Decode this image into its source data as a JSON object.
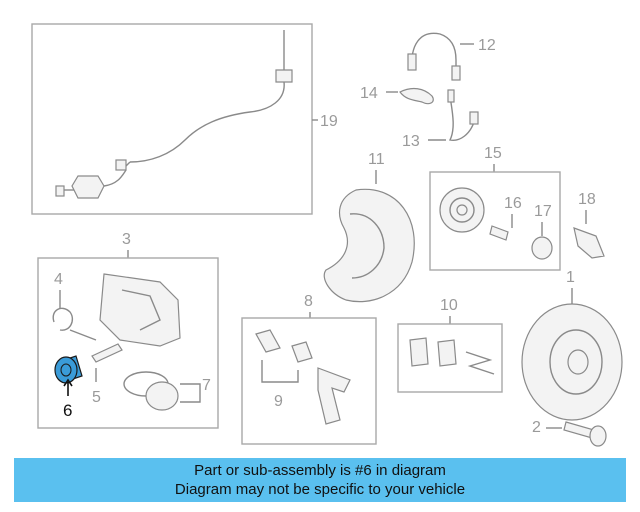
{
  "callouts": {
    "c1": "1",
    "c2": "2",
    "c3": "3",
    "c4": "4",
    "c5": "5",
    "c6": "6",
    "c7": "7",
    "c8": "8",
    "c9": "9",
    "c10": "10",
    "c11": "11",
    "c12": "12",
    "c13": "13",
    "c14": "14",
    "c15": "15",
    "c16": "16",
    "c17": "17",
    "c18": "18",
    "c19": "19"
  },
  "highlight": {
    "color": "#3a9bd8",
    "part": "6"
  },
  "banner": {
    "line1": "Part or sub-assembly is #6 in diagram",
    "line2": "Diagram may not be specific to your vehicle",
    "color": "#5ac0ef"
  }
}
